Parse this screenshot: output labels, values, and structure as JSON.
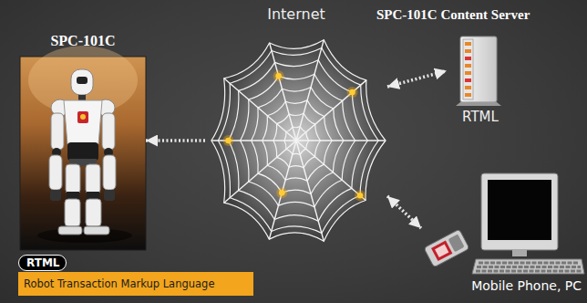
{
  "diagram": {
    "nodes": [
      {
        "text": [
          "SPC-101C"
        ]
      },
      {
        "text": [
          "Internet"
        ]
      },
      {
        "text": [
          "SPC-101C Content Server",
          "RTML"
        ]
      },
      {
        "text": [
          "Mobile Phone, PC"
        ]
      },
      {
        "text": [
          "RTML"
        ]
      },
      {
        "text": [
          "Robot Transaction Markup Language"
        ]
      }
    ],
    "edges": [
      {
        "from": 1,
        "to": 0,
        "arrow": "to"
      },
      {
        "from": 1,
        "to": 2,
        "arrow": "both"
      },
      {
        "from": 1,
        "to": 3,
        "arrow": "both"
      }
    ]
  }
}
